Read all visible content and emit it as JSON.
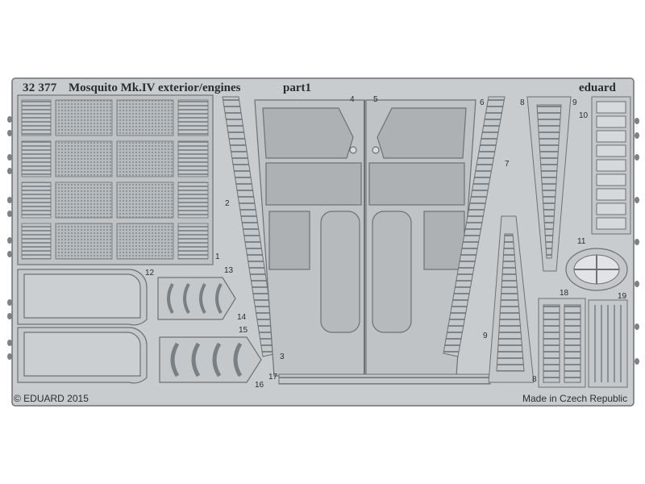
{
  "fret": {
    "code": "32 377",
    "title": "Mosquito Mk.IV exterior/engines",
    "part": "part1",
    "brand": "eduard",
    "copyright": "© EDUARD 2015",
    "origin": "Made in Czech Republic",
    "part_numbers": [
      "1",
      "2",
      "3",
      "4",
      "5",
      "6",
      "7",
      "8",
      "9",
      "10",
      "11",
      "12",
      "13",
      "14",
      "15",
      "16",
      "17",
      "18",
      "19",
      "8",
      "9"
    ]
  },
  "colors": {
    "metal": "#c9ccce",
    "metal_dark": "#a7abae",
    "edge": "#6d7174",
    "ink": "#2a2d30"
  }
}
